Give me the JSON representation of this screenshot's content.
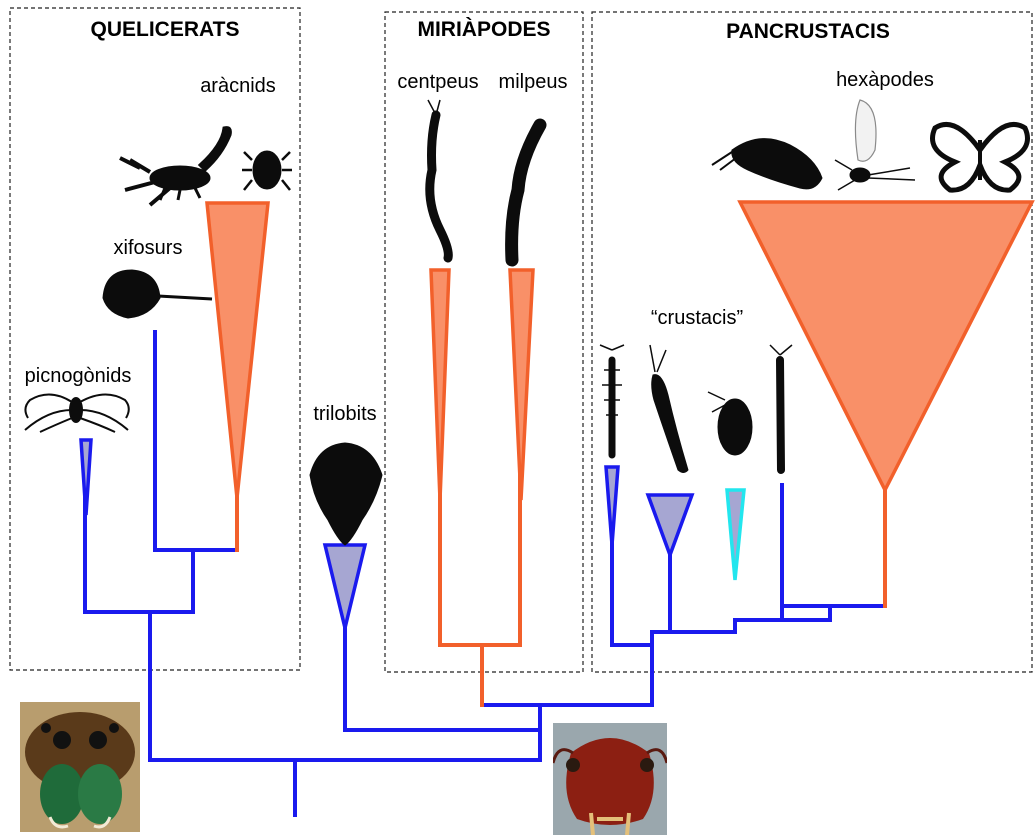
{
  "groups": {
    "chelicerates": "QUELICERATS",
    "myriapods": "MIRIÀPODES",
    "pancrustaceans": "PANCRUSTACIS"
  },
  "taxa": {
    "arachnids": "aràcnids",
    "xiphosurans": "xifosurs",
    "pycnogonids": "picnogònids",
    "trilobites": "trilobits",
    "centipedes": "centpeus",
    "millipedes": "milpeus",
    "crustaceans": "“crustacis”",
    "hexapods": "hexàpodes"
  },
  "colors": {
    "extinct_or_marine_lineage": "#1a1aee",
    "terrestrial_lineage": "#f2602b",
    "terrestrial_fill": "#f99068",
    "basal_fill": "#a6a6d2",
    "highlight_lineage": "#22e6ee"
  },
  "icons": [
    "scorpion-silhouette-icon",
    "tick-silhouette-icon",
    "horseshoe-crab-silhouette-icon",
    "sea-spider-silhouette-icon",
    "trilobite-silhouette-icon",
    "centipede-silhouette-icon",
    "millipede-silhouette-icon",
    "springtail-silhouette-icon",
    "mayfly-silhouette-icon",
    "butterfly-outline-icon",
    "shrimp-silhouette-icon",
    "crustacean-silhouette-icon",
    "ostracod-silhouette-icon",
    "remipede-silhouette-icon",
    "spider-face-photo",
    "ant-head-photo"
  ]
}
